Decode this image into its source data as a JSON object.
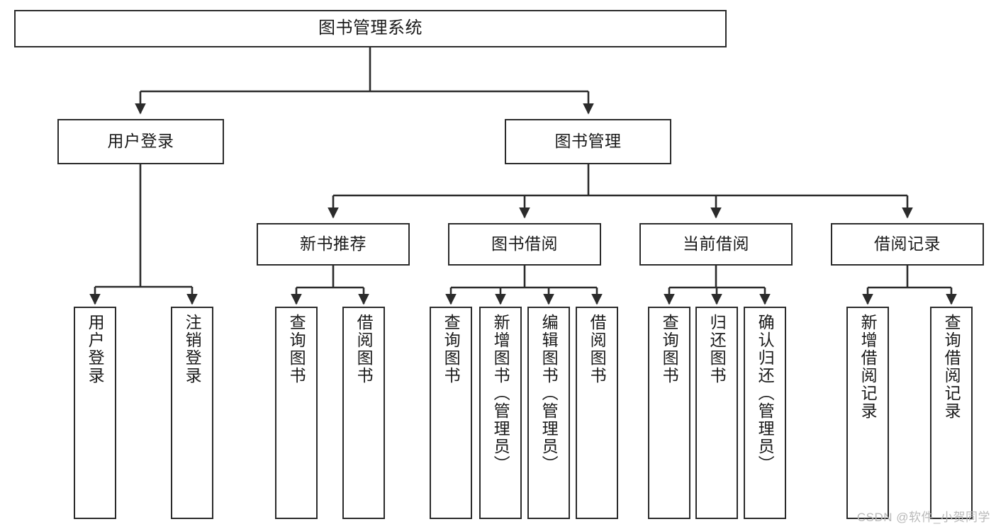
{
  "diagram": {
    "type": "tree-hierarchy",
    "title": "图书管理系统",
    "watermark": "CSDN @软件_小贺同学",
    "colors": {
      "border": "#2b2b2b",
      "background": "#ffffff",
      "text": "#1a1a1a",
      "edge": "#2b2b2b",
      "watermark": "#b9b9b9"
    },
    "nodes": {
      "root": {
        "label": "图书管理系统"
      },
      "tier2": [
        {
          "id": "user-login",
          "label": "用户登录"
        },
        {
          "id": "book-manage",
          "label": "图书管理"
        }
      ],
      "tier3": [
        {
          "id": "new-book-recommend",
          "label": "新书推荐"
        },
        {
          "id": "book-borrow",
          "label": "图书借阅"
        },
        {
          "id": "current-borrow",
          "label": "当前借阅"
        },
        {
          "id": "borrow-record",
          "label": "借阅记录"
        }
      ],
      "leaves": {
        "user-login": [
          {
            "id": "leaf-user-login",
            "label": "用户登录"
          },
          {
            "id": "leaf-logout",
            "label": "注销登录"
          }
        ],
        "new-book-recommend": [
          {
            "id": "leaf-query-book-1",
            "label": "查询图书"
          },
          {
            "id": "leaf-borrow-book-1",
            "label": "借阅图书"
          }
        ],
        "book-borrow": [
          {
            "id": "leaf-query-book-2",
            "label": "查询图书"
          },
          {
            "id": "leaf-add-book",
            "label": "新增图书（管理员）"
          },
          {
            "id": "leaf-edit-book",
            "label": "编辑图书（管理员）"
          },
          {
            "id": "leaf-borrow-book-2",
            "label": "借阅图书"
          }
        ],
        "current-borrow": [
          {
            "id": "leaf-query-book-3",
            "label": "查询图书"
          },
          {
            "id": "leaf-return-book",
            "label": "归还图书"
          },
          {
            "id": "leaf-confirm-return",
            "label": "确认归还（管理员）"
          }
        ],
        "borrow-record": [
          {
            "id": "leaf-add-record",
            "label": "新增借阅记录"
          },
          {
            "id": "leaf-query-record",
            "label": "查询借阅记录"
          }
        ]
      }
    }
  }
}
